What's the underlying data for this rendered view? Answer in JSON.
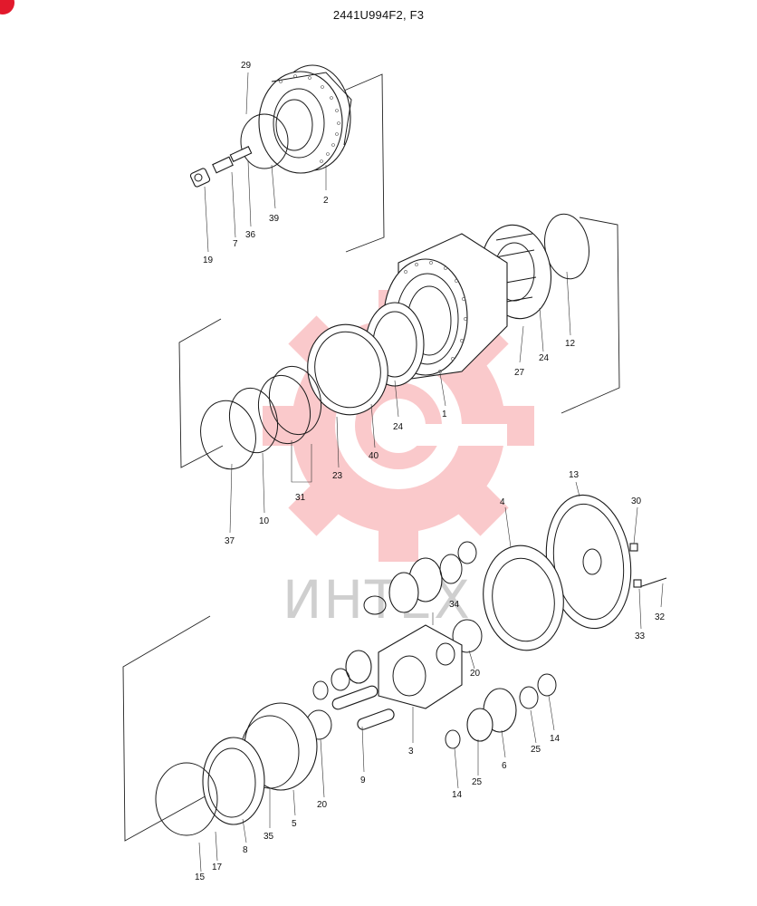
{
  "title": "2441U994F2, F3",
  "watermark": {
    "text": "ИНТЕХ",
    "color": "#f05a5f"
  },
  "badge_color": "#e2192c",
  "callouts": [
    "29",
    "2",
    "39",
    "36",
    "7",
    "19",
    "12",
    "24",
    "27",
    "1",
    "24",
    "40",
    "23",
    "31",
    "10",
    "37",
    "13",
    "30",
    "4",
    "32",
    "33",
    "34",
    "20",
    "3",
    "14",
    "25",
    "6",
    "25",
    "14",
    "9",
    "20",
    "5",
    "35",
    "8",
    "17",
    "15"
  ]
}
